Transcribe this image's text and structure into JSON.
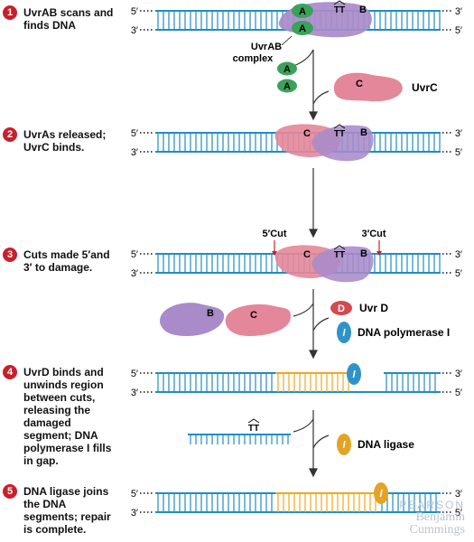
{
  "steps": [
    {
      "num": "1",
      "text": "UvrAB scans and\nfinds DNA"
    },
    {
      "num": "2",
      "text": "UvrAs released;\nUvrC binds."
    },
    {
      "num": "3",
      "text": "Cuts made 5′and\n3′ to damage."
    },
    {
      "num": "4",
      "text": "UvrD binds and\nunwinds region\nbetween cuts,\nreleasing the\ndamaged\nsegment; DNA\npolymerase I fills\nin gap."
    },
    {
      "num": "5",
      "text": "DNA ligase joins\nthe DNA\nsegments; repair\nis complete."
    }
  ],
  "ends": {
    "five_prime": "5′",
    "three_prime": "3′"
  },
  "proteins": {
    "a": "A",
    "b": "B",
    "c": "C",
    "d": "D",
    "lig": "l",
    "pol": "l"
  },
  "lesion": "TT",
  "labels": {
    "uvrab_1": "UvrAB",
    "uvrab_2": "complex",
    "uvrc": "UvrC",
    "cut5": "5′Cut",
    "cut3": "3′Cut",
    "uvrd": "Uvr D",
    "dna_pol": "DNA polymerase I",
    "dna_ligase": "DNA ligase"
  },
  "credit": {
    "publisher": "PEARSON",
    "imprint_1": "Benjamin",
    "imprint_2": "Cummings"
  },
  "colors": {
    "dna": "#1f8dc6",
    "uvrA": "#3aa25a",
    "uvrB": "#a98bc9",
    "uvrC": "#e4879a",
    "uvrD": "#d24a52",
    "pol": "#2f93c9",
    "ligase": "#e3a425",
    "new_dna": "#f0a81e",
    "step_badge": "#c8202b"
  }
}
